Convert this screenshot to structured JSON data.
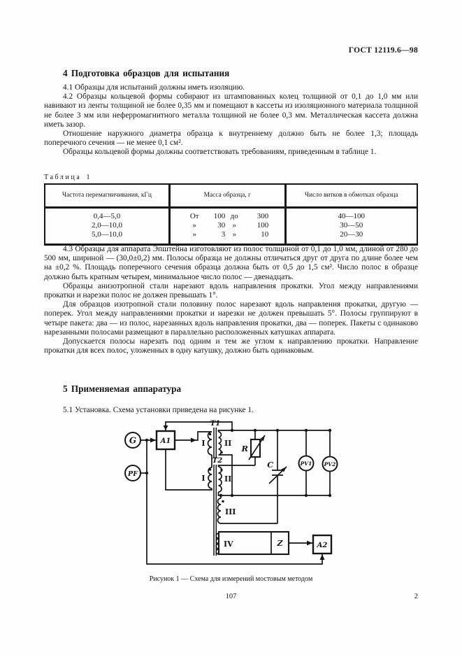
{
  "page": {
    "standard_number": "ГОСТ 12119.6—98",
    "page_number_center": "107",
    "page_number_right": "2"
  },
  "section4": {
    "heading": "4 Подготовка образцов для испытания",
    "paragraphs": [
      "4.1 Образцы для испытаний должны иметь изоляцию.",
      "4.2 Образцы кольцевой формы собирают из штампованных колец толщиной от 0,1 до 1,0 мм или навивают из ленты толщиной не более 0,35 мм и помещают в кассеты из изоляционного материала толщиной не более 3 мм или неферромагнитного металла толщиной не более 0,3 мм. Металлическая кассета должна иметь зазор.",
      "Отношение наружного диаметра образца к внутреннему должно быть не более 1,3; площадь поперечного сечения — не менее 0,1 см².",
      "Образцы кольцевой формы должны соответствовать требованиям, приведенным в таблице 1.",
      "4.3 Образцы для аппарата Эпштейна изготовляют из полос толщиной от 0,1 до 1,0 мм, длиной от 280 до 500 мм, шириной — (30,0±0,2) мм. Полосы образца не должны отличаться друг от друга по длине более чем на ±0,2 %. Площадь поперечного сечения образца должна быть от 0,5 до 1,5 см². Число полос в образце должно быть кратным четырем, минимальное число полос — двенадцать.",
      "Образцы анизотропной стали нарезают вдоль направления прокатки. Угол между направлениями прокатки и нарезки полос не должен превышать 1°.",
      "Для образцов изотропной стали половину полос нарезают вдоль направления прокатки, другую — поперек. Угол между направлениями прокатки и нарезки не должен превышать 5°. Полосы группируют в четыре пакета: два — из полос, нарезанных вдоль направления прокатки, два — поперек. Пакеты с одинаково нарезанными полосами размещают в параллельно расположенных катушках аппарата.",
      "Допускается полосы нарезать под одним и тем же углом к направлению прокатки. Направление прокатки для всех полос, уложенных в одну катушку, должно быть одинаковым."
    ]
  },
  "table1": {
    "label_word": "Таблица",
    "label_number": "1",
    "columns": [
      "Частота перемагничивания, кГц",
      "Масса образца, г",
      "Число витков в обмотках образца"
    ],
    "rows": [
      {
        "freq": "0,4—5,0",
        "mass": [
          "От",
          "100",
          "до",
          "300"
        ],
        "turns": "40—100"
      },
      {
        "freq": "2,0—10,0",
        "mass": [
          "»",
          "30",
          "»",
          "100"
        ],
        "turns": "30—50"
      },
      {
        "freq": "5,0—10,0",
        "mass": [
          "»",
          "3",
          "»",
          "10"
        ],
        "turns": "20—30"
      }
    ]
  },
  "section5": {
    "heading": "5 Применяемая аппаратура",
    "paragraph": "5.1 Установка. Схема установки приведена на рисунке 1."
  },
  "figure": {
    "caption": "Рисунок 1 — Схема для измерений мостовым методом",
    "labels": {
      "g": "G",
      "pf": "PF",
      "a1": "A1",
      "a2": "A2",
      "t1": "T1",
      "t2": "T2",
      "r": "R",
      "c": "C",
      "z": "Z",
      "pv1": "PV1",
      "pv2": "PV2",
      "w1": "I",
      "w2": "II",
      "w3": "III",
      "w4": "IV"
    }
  }
}
